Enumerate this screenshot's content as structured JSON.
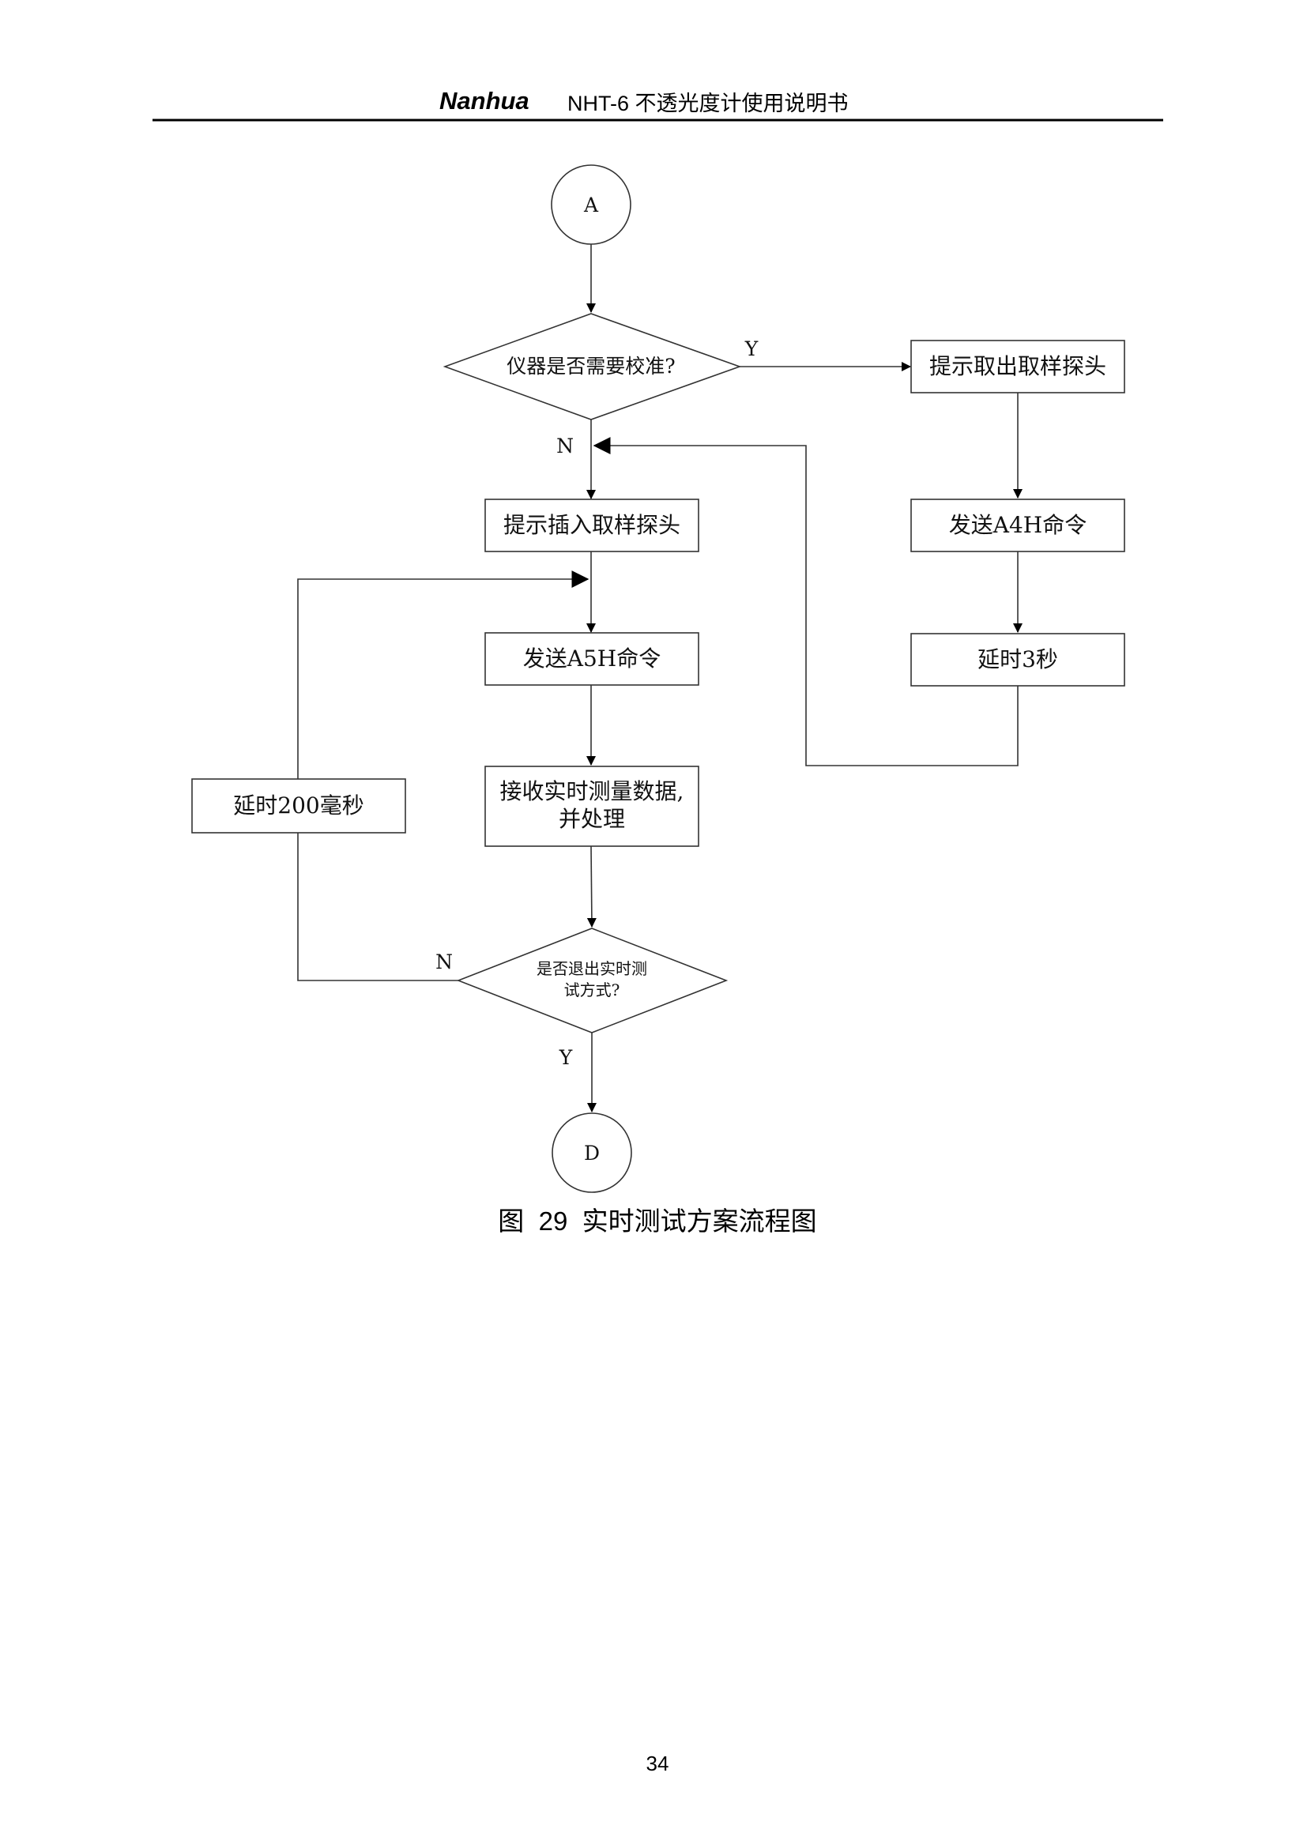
{
  "header": {
    "logo_text": "Nanhua",
    "title": "NHT-6  不透光度计使用说明书"
  },
  "flowchart": {
    "start_connector": "A",
    "decision_calibrate": "仪器是否需要校准?",
    "label_yes_1": "Y",
    "label_no_1": "N",
    "box_prompt_remove": "提示取出取样探头",
    "box_send_a4h": "发送A4H命令",
    "box_delay_3s": "延时3秒",
    "box_prompt_insert": "提示插入取样探头",
    "box_send_a5h": "发送A5H命令",
    "box_receive_line1": "接收实时测量数据,",
    "box_receive_line2": "并处理",
    "box_delay_200ms": "延时200毫秒",
    "decision_exit_line1": "是否退出实时测",
    "decision_exit_line2": "试方式?",
    "label_no_2": "N",
    "label_yes_2": "Y",
    "end_connector": "D"
  },
  "caption": "图  29  实时测试方案流程图",
  "page_number": "34"
}
